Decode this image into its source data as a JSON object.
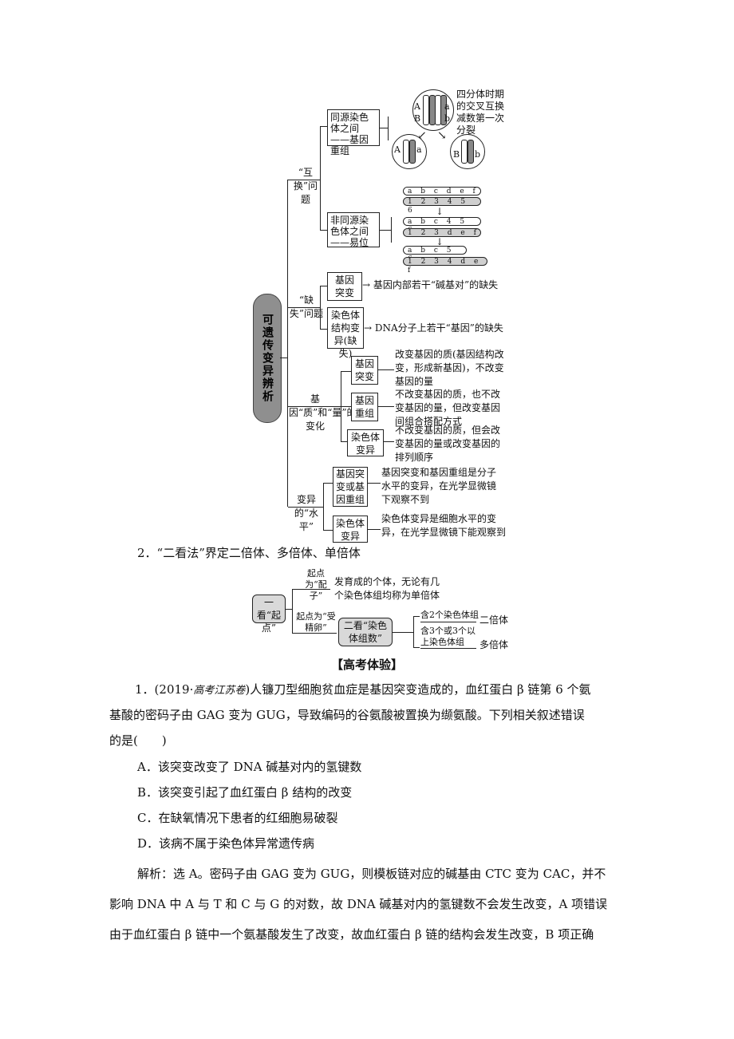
{
  "diagram1": {
    "root": "可遗传变异辨析",
    "branches": [
      {
        "label": "“互换”问题"
      },
      {
        "label": "“缺失”问题"
      },
      {
        "label": "基因“质”和“量”的变化"
      },
      {
        "label": "变异的“水平”"
      }
    ],
    "exchange": {
      "homologous": "同源染色体之间——基因重组",
      "homologous_note": "四分体时期的交叉互换减数第一次分裂",
      "nonhomologous": "非同源染色体之间——易位",
      "strip_top_1": "a b c d e f",
      "strip_top_2": "1 2 3 4 5 6",
      "strip_mid_1": "a b c 4 5 6",
      "strip_mid_2": "1 2 3 d e f",
      "strip_bot_1": "a b c 5 6",
      "strip_bot_2": "1 2 3 4 d e f",
      "chromo_letters": [
        "A",
        "a",
        "B",
        "b",
        "A",
        "a",
        "B",
        "b"
      ]
    },
    "deletion": {
      "gene_mut": "基因突变",
      "gene_mut_note": "基因内部若干“碱基对”的缺失",
      "chrom_var": "染色体结构变异(缺失)",
      "chrom_var_note": "DNA分子上若干“基因”的缺失"
    },
    "quality": {
      "items": [
        {
          "label": "基因突变",
          "note": "改变基因的质(基因结构改变，形成新基因)，不改变基因的量"
        },
        {
          "label": "基因重组",
          "note": "不改变基因的质，也不改变基因的量，但改变基因间组合搭配方式"
        },
        {
          "label": "染色体变异",
          "note": "不改变基因的质，但会改变基因的量或改变基因的排列顺序"
        }
      ]
    },
    "level": {
      "items": [
        {
          "label": "基因突变或基因重组",
          "note": "基因突变和基因重组是分子水平的变异，在光学显微镜下观察不到"
        },
        {
          "label": "染色体变异",
          "note": "染色体变异是细胞水平的变异，在光学显微镜下能观察到"
        }
      ]
    }
  },
  "section2": {
    "heading": "2．“二看法”界定二倍体、多倍体、单倍体",
    "first_look": "一看“起点”",
    "start_gamete": "起点为“配子”",
    "gamete_result": "发育成的个体，无论有几个染色体组均称为单倍体",
    "start_zygote": "起点为“受精卵”",
    "second_look": "二看“染色体组数”",
    "two_sets": "含2个染色体组",
    "diploid": "二倍体",
    "three_sets": "含3个或3个以上染色体组",
    "polyploid": "多倍体"
  },
  "exam": {
    "title": "【高考体验】",
    "q1_num": "1．(2019·",
    "q1_source": "高考江苏卷",
    "q1_line1_rest": ")人镰刀型细胞贫血症是基因突变造成的，血红蛋白 β 链第 6 个氨",
    "q1_line2": "基酸的密码子由 GAG 变为 GUG，导致编码的谷氨酸被置换为缬氨酸。下列相关叙述错误",
    "q1_line3": "的是(　　)",
    "options": [
      "A．该突变改变了 DNA 碱基对内的氢键数",
      "B．该突变引起了血红蛋白 β 结构的改变",
      "C．在缺氧情况下患者的红细胞易破裂",
      "D．该病不属于染色体异常遗传病"
    ],
    "analysis_1": "解析：选 A。密码子由 GAG 变为 GUG，则模板链对应的碱基由 CTC 变为 CAC，并不",
    "analysis_2": "影响 DNA 中 A 与 T 和 C 与 G 的对数，故 DNA 碱基对内的氢键数不会发生改变，A 项错误",
    "analysis_3": "由于血红蛋白 β 链中一个氨基酸发生了改变，故血红蛋白 β 链的结构会发生改变，B 项正确"
  }
}
